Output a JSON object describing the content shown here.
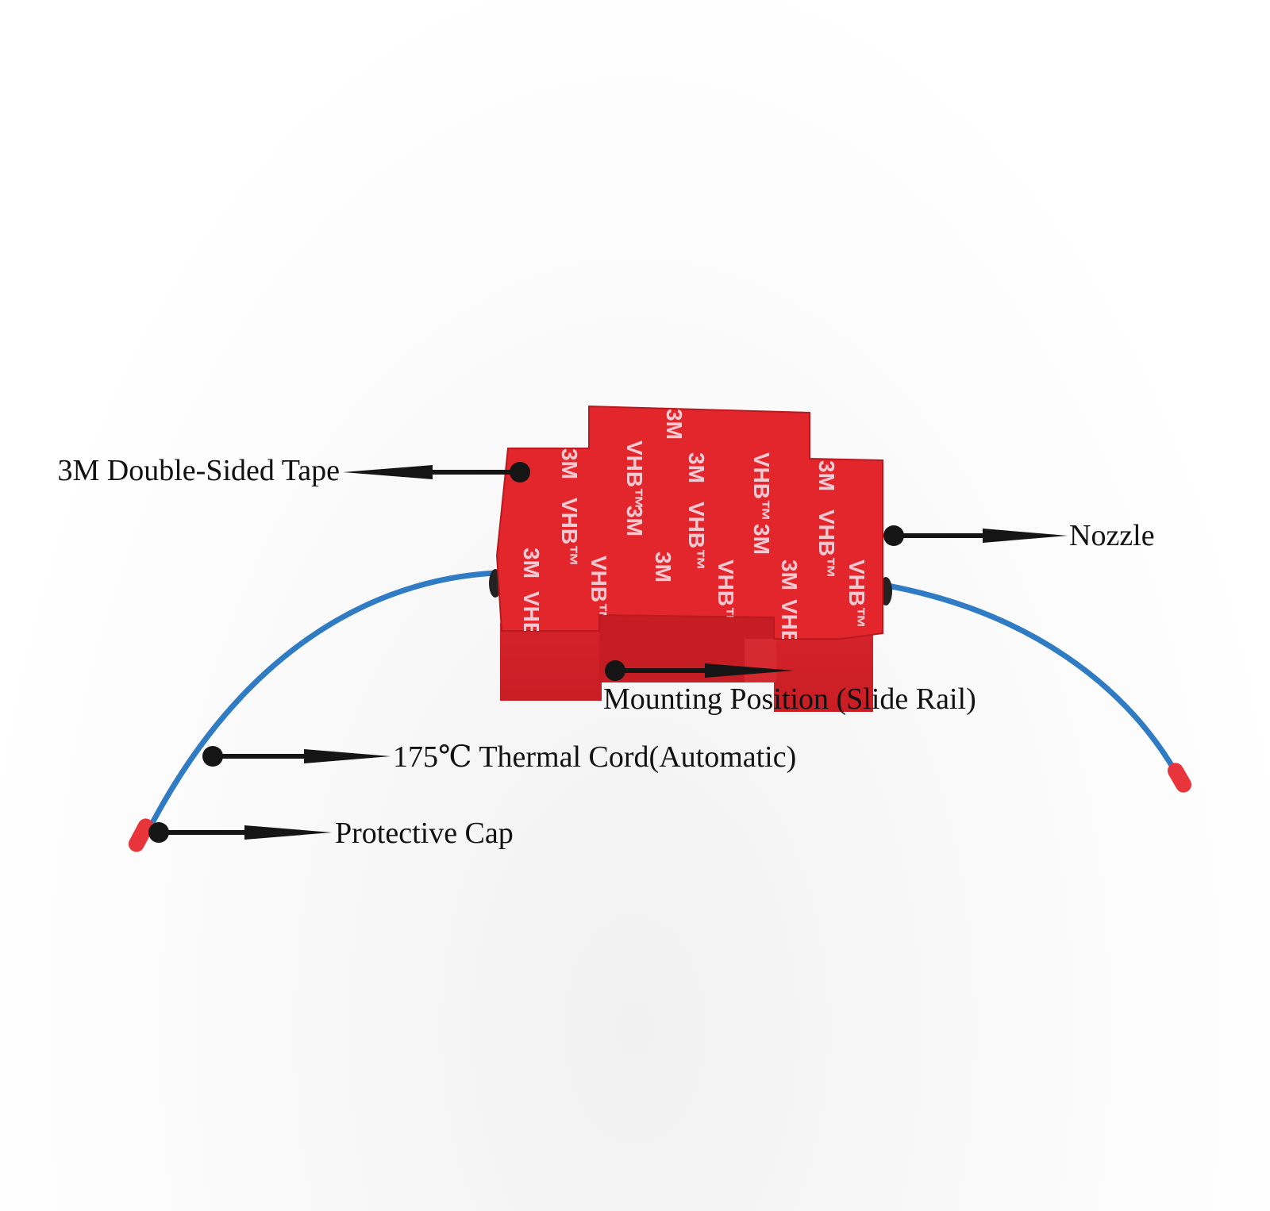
{
  "labels": {
    "tape": "3M Double-Sided Tape",
    "nozzle": "Nozzle",
    "mounting": "Mounting Position (Slide Rail)",
    "thermal_cord": "175℃ Thermal Cord(Automatic)",
    "cap": "Protective Cap"
  },
  "tape_print": {
    "brand": "3M",
    "product": "VHB™"
  },
  "colors": {
    "device_red": "#e0262c",
    "tape_red": "#e3262b",
    "wire_blue": "#2f7cc4",
    "cap_red": "#e8353b",
    "callout": "#151515"
  }
}
